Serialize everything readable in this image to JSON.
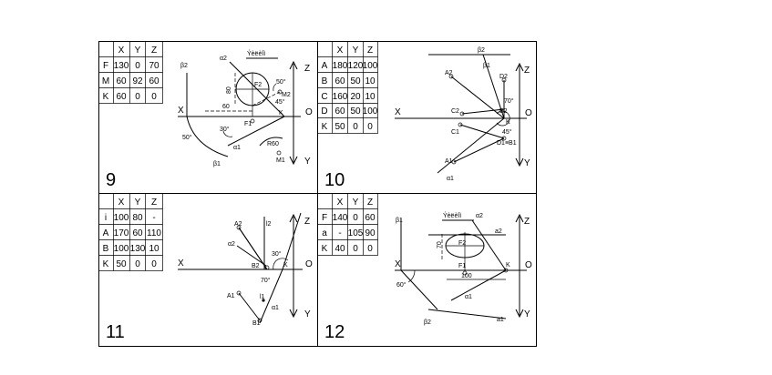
{
  "panels": [
    {
      "number": "9",
      "header": [
        "",
        "X",
        "Y",
        "Z"
      ],
      "rows": [
        [
          "F",
          "130",
          "0",
          "70"
        ],
        [
          "M",
          "60",
          "92",
          "60"
        ],
        [
          "K",
          "60",
          "0",
          "0"
        ]
      ],
      "axes": {
        "x": "X",
        "z": "Z",
        "y": "Y",
        "origin": "O"
      },
      "labels": {
        "title": "Ýèëèîì",
        "f2": "F2",
        "m2": "M2",
        "f1": "F1",
        "m1": "M1",
        "k": "K",
        "a50a": "50°",
        "a45": "45°",
        "a30": "30°",
        "a50b": "50°",
        "d60": "60",
        "d80": "80",
        "r60": "R60",
        "beta2": "β2",
        "beta1": "β1",
        "a2": "α2",
        "a1": "α1"
      }
    },
    {
      "number": "10",
      "header": [
        "",
        "X",
        "Y",
        "Z"
      ],
      "rows": [
        [
          "A",
          "180",
          "120",
          "100"
        ],
        [
          "B",
          "60",
          "50",
          "10"
        ],
        [
          "C",
          "160",
          "20",
          "10"
        ],
        [
          "D",
          "60",
          "50",
          "100"
        ],
        [
          "K",
          "50",
          "0",
          "0"
        ]
      ],
      "axes": {
        "x": "X",
        "z": "Z",
        "y": "Y",
        "origin": "O"
      },
      "labels": {
        "a2": "A2",
        "d2": "D2",
        "b2": "B2",
        "c2": "C2",
        "c1": "C1",
        "a1": "A1",
        "d1b1": "D1≡B1",
        "k": "K",
        "a70": "70°",
        "a45": "45°",
        "beta2": "β2",
        "beta1": "β1",
        "alpha1": "α1"
      }
    },
    {
      "number": "11",
      "header": [
        "",
        "X",
        "Y",
        "Z"
      ],
      "rows": [
        [
          "i",
          "100",
          "80",
          "-"
        ],
        [
          "A",
          "170",
          "60",
          "110"
        ],
        [
          "B",
          "100",
          "130",
          "10"
        ],
        [
          "K",
          "50",
          "0",
          "0"
        ]
      ],
      "axes": {
        "x": "X",
        "z": "Z",
        "y": "Y",
        "origin": "O"
      },
      "labels": {
        "a2": "A2",
        "l2": "l2",
        "b2": "B2",
        "k": "K",
        "a30": "30°",
        "a70": "70°",
        "a1": "A1",
        "l1": "l1",
        "b1": "B1",
        "alpha2": "α2",
        "alpha1": "α1"
      }
    },
    {
      "number": "12",
      "header": [
        "",
        "X",
        "Y",
        "Z"
      ],
      "rows": [
        [
          "F",
          "140",
          "0",
          "60"
        ],
        [
          "a",
          "-",
          "105",
          "90"
        ],
        [
          "K",
          "40",
          "0",
          "0"
        ]
      ],
      "axes": {
        "x": "X",
        "z": "Z",
        "y": "Y",
        "origin": "O"
      },
      "labels": {
        "title": "Ýèëèîì",
        "f2": "F2",
        "f1": "F1",
        "a2": "a2",
        "a1": "a1",
        "k": "K",
        "d70": "70",
        "d100": "100",
        "a60": "60°",
        "beta1": "β1",
        "beta2": "β2",
        "alpha2": "α2",
        "alpha1": "α1"
      }
    }
  ]
}
